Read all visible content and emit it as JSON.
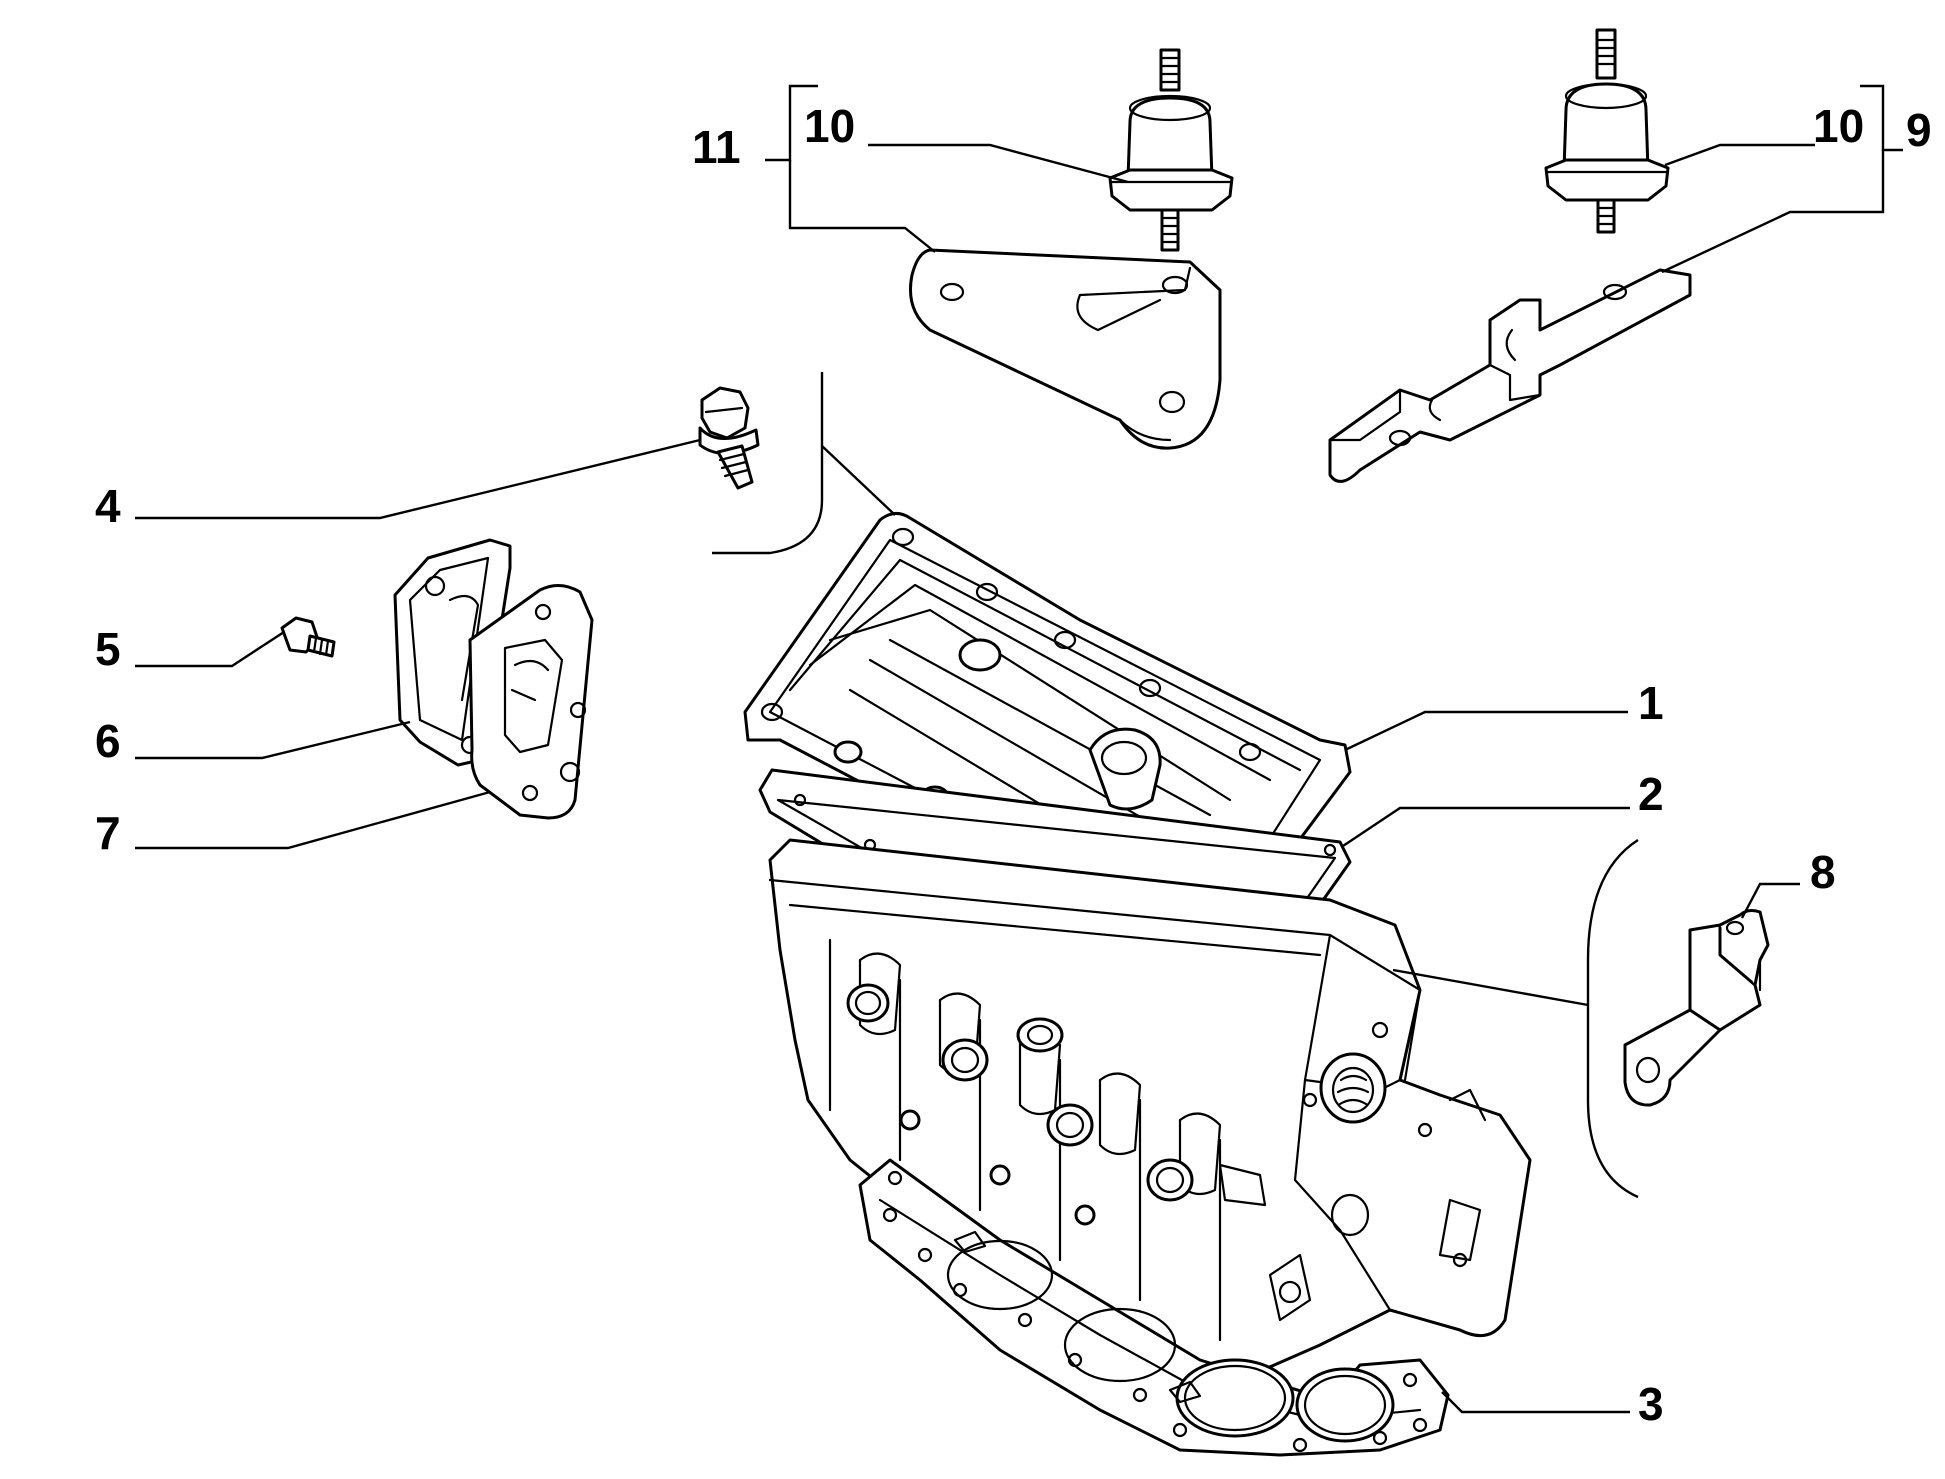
{
  "callouts": {
    "c1": "1",
    "c2": "2",
    "c3": "3",
    "c4": "4",
    "c5": "5",
    "c6": "6",
    "c7": "7",
    "c8": "8",
    "c9": "9",
    "c10a": "10",
    "c10b": "10",
    "c11": "11"
  }
}
